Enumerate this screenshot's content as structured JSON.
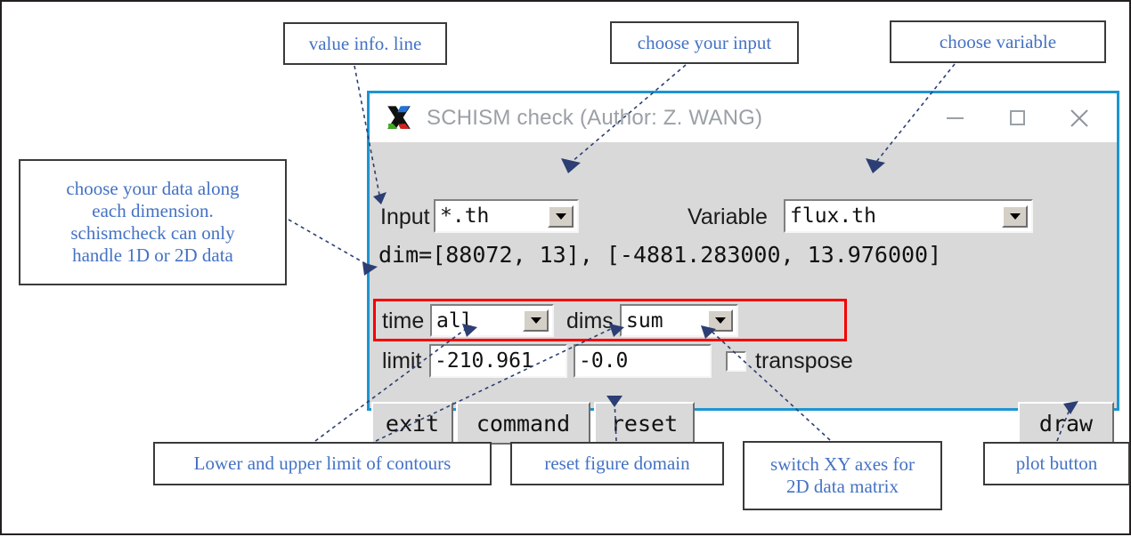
{
  "window": {
    "title": "SCHISM check (Author: Z. WANG)",
    "logo_icon": "xming-x-icon",
    "controls": {
      "minimize": "minimize-icon",
      "maximize": "maximize-icon",
      "close": "close-icon"
    },
    "border_color": "#1b95d2"
  },
  "form": {
    "input_label": "Input",
    "input_value": "*.th",
    "variable_label": "Variable",
    "variable_value": "flux.th",
    "info_line": "dim=[88072, 13], [-4881.283000, 13.976000]",
    "time_label": "time",
    "time_value": "all",
    "dims_label": "dims",
    "dims_value": "sum",
    "limit_label": "limit",
    "limit_lower": "-210.961",
    "limit_upper": "-0.0",
    "transpose_label": "transpose",
    "transpose_checked": false,
    "highlight_color": "#f50000"
  },
  "buttons": {
    "exit": "exit",
    "command": "command",
    "reset": "reset",
    "draw": "draw"
  },
  "annotations": [
    {
      "id": "value-info-line",
      "text": "value info. line"
    },
    {
      "id": "choose-your-input",
      "text": "choose your input"
    },
    {
      "id": "choose-variable",
      "text": "choose variable"
    },
    {
      "id": "choose-your-data",
      "text": "choose your data along\neach dimension.\nschismcheck can only\nhandle 1D or 2D data"
    },
    {
      "id": "limit-of-contours",
      "text": "Lower and upper limit of contours"
    },
    {
      "id": "reset-figure",
      "text": "reset figure domain"
    },
    {
      "id": "switch-xy-axes",
      "text": "switch XY axes for\n2D data matrix"
    },
    {
      "id": "plot-button",
      "text": "plot button"
    }
  ],
  "annotation_style": {
    "text_color": "#4472c4",
    "border_color": "#3a3a3a",
    "arrow_color": "#2c3e73"
  }
}
